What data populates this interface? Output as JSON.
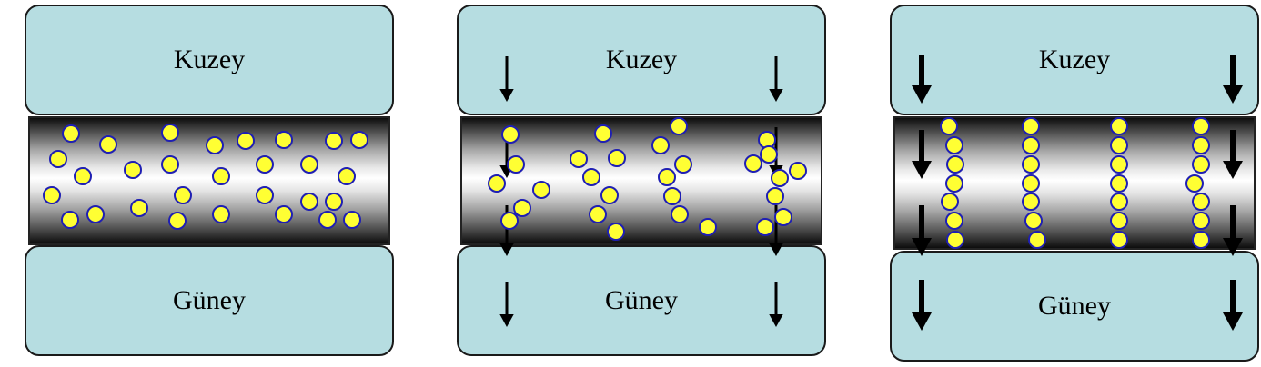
{
  "panels": [
    {
      "id": "no-field",
      "north_label": "Kuzey",
      "south_label": "Güney",
      "field": "none"
    },
    {
      "id": "weak-field",
      "north_label": "Kuzey",
      "south_label": "Güney",
      "field": "weak"
    },
    {
      "id": "strong-field",
      "north_label": "Kuzey",
      "south_label": "Güney",
      "field": "strong"
    }
  ],
  "colors": {
    "pole_fill": "#b6dde1",
    "particle_fill": "#ffff33",
    "particle_stroke": "#1f1fb3",
    "arrow": "#000000"
  }
}
